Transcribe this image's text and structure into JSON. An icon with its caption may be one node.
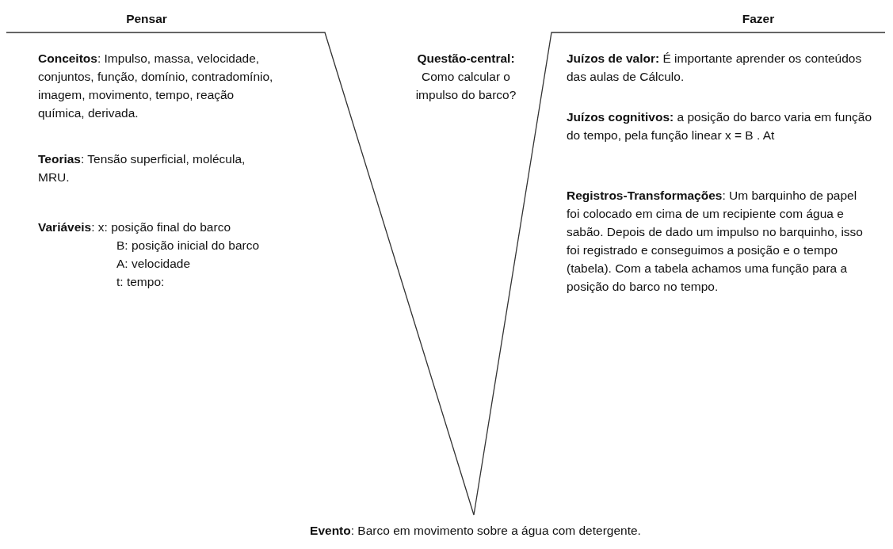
{
  "diagram": {
    "labels": [
      "Pensar",
      "Fazer",
      "**Conceitos**: Impulso, massa, velocidade, conjuntos, função, domínio, contradomínio, imagem, movimento, tempo, reação química, derivada.",
      "**Teorias**: Tensão superficial, molécula, MRU.",
      "**Variáveis**: x: posição final do barco",
      "B: posição inicial do barco",
      "A: velocidade",
      "t: tempo:",
      "Questão-central:",
      "Como calcular o impulso do barco?",
      "**Juízos de valor:** É importante aprender os conteúdos das aulas de Cálculo.",
      "**Juízos cognitivos:** a posição do barco varia em função do tempo, pela função linear x = B . At",
      "**Registros-Transformações**: Um barquinho de papel foi colocado em cima de um recipiente com água e sabão. Depois de dado um impulso no barquinho, isso foi registrado e conseguimos a posição e o tempo (tabela). Com a tabela achamos uma função para a posição do barco no tempo.",
      "**Evento**: Barco em movimento sobre a água com detergente."
    ]
  }
}
